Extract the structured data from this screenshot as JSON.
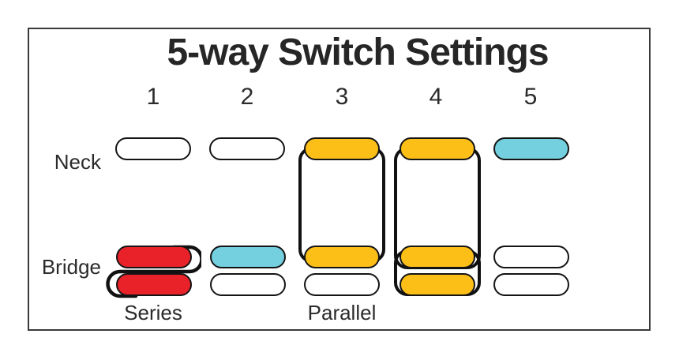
{
  "diagram": {
    "title": "5-way Switch Settings",
    "row_labels": {
      "neck": "Neck",
      "bridge": "Bridge"
    },
    "annotations": {
      "series": "Series",
      "parallel": "Parallel"
    },
    "legend_colors": {
      "white": "#FFFFFF",
      "orange": "#FCBF17",
      "red": "#E9222A",
      "cyan": "#74CFDF",
      "wire": "#111111"
    },
    "positions": [
      {
        "number": "1",
        "neck_coil": "white",
        "bridge_coils": [
          "red",
          "red"
        ],
        "wiring": "series-link"
      },
      {
        "number": "2",
        "neck_coil": "white",
        "bridge_coils": [
          "cyan",
          "white"
        ],
        "wiring": "none"
      },
      {
        "number": "3",
        "neck_coil": "orange",
        "bridge_coils": [
          "orange",
          "white"
        ],
        "wiring": "parallel-loop"
      },
      {
        "number": "4",
        "neck_coil": "orange",
        "bridge_coils": [
          "orange",
          "orange"
        ],
        "wiring": "parallel-loop-both"
      },
      {
        "number": "5",
        "neck_coil": "cyan",
        "bridge_coils": [
          "white",
          "white"
        ],
        "wiring": "none"
      }
    ]
  }
}
